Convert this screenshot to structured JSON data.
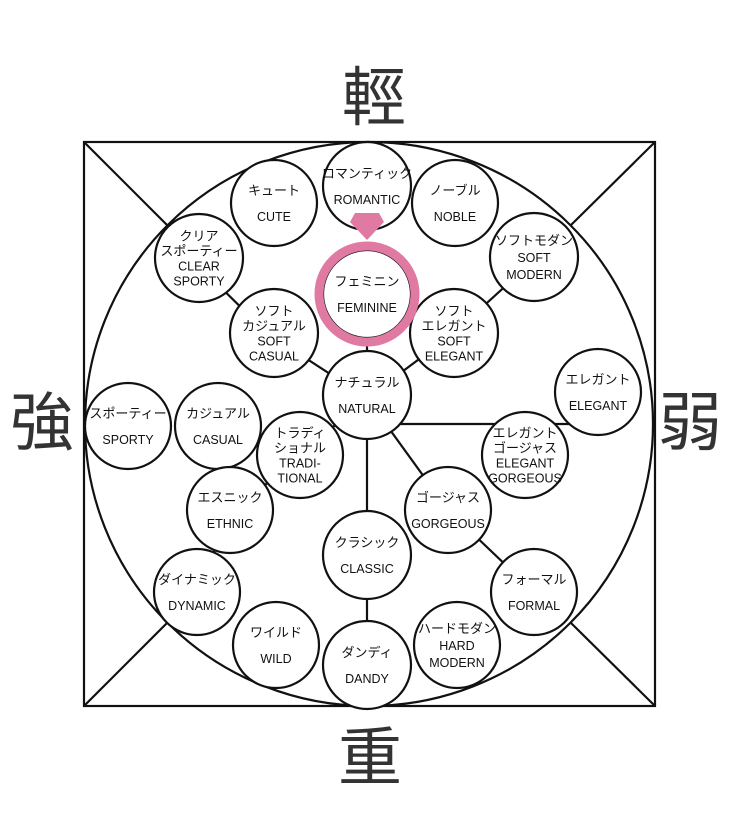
{
  "axes": {
    "top": "輕",
    "bottom": "重",
    "left": "強",
    "right": "弱"
  },
  "highlight": {
    "node": "feminine",
    "color": "#e07aa2"
  },
  "nodes": {
    "romantic": {
      "jp": [
        "ロマンティック"
      ],
      "en": [
        "ROMANTIC"
      ]
    },
    "cute": {
      "jp": [
        "キュート"
      ],
      "en": [
        "CUTE"
      ]
    },
    "noble": {
      "jp": [
        "ノーブル"
      ],
      "en": [
        "NOBLE"
      ]
    },
    "clear_sporty": {
      "jp": [
        "クリア",
        "スポーティー"
      ],
      "en": [
        "CLEAR",
        "SPORTY"
      ]
    },
    "soft_modern": {
      "jp": [
        "ソフトモダン"
      ],
      "en": [
        "SOFT",
        "MODERN"
      ]
    },
    "feminine": {
      "jp": [
        "フェミニン"
      ],
      "en": [
        "FEMININE"
      ]
    },
    "soft_casual": {
      "jp": [
        "ソフト",
        "カジュアル"
      ],
      "en": [
        "SOFT",
        "CASUAL"
      ]
    },
    "soft_elegant": {
      "jp": [
        "ソフト",
        "エレガント"
      ],
      "en": [
        "SOFT",
        "ELEGANT"
      ]
    },
    "natural": {
      "jp": [
        "ナチュラル"
      ],
      "en": [
        "NATURAL"
      ]
    },
    "elegant": {
      "jp": [
        "エレガント"
      ],
      "en": [
        "ELEGANT"
      ]
    },
    "sporty": {
      "jp": [
        "スポーティー"
      ],
      "en": [
        "SPORTY"
      ]
    },
    "casual": {
      "jp": [
        "カジュアル"
      ],
      "en": [
        "CASUAL"
      ]
    },
    "traditional": {
      "jp": [
        "トラディ",
        "ショナル"
      ],
      "en": [
        "TRADI-",
        "TIONAL"
      ]
    },
    "elegant_gorgeous": {
      "jp": [
        "エレガント",
        "ゴージャス"
      ],
      "en": [
        "ELEGANT",
        "GORGEOUS"
      ]
    },
    "ethnic": {
      "jp": [
        "エスニック"
      ],
      "en": [
        "ETHNIC"
      ]
    },
    "gorgeous": {
      "jp": [
        "ゴージャス"
      ],
      "en": [
        "GORGEOUS"
      ]
    },
    "classic": {
      "jp": [
        "クラシック"
      ],
      "en": [
        "CLASSIC"
      ]
    },
    "formal": {
      "jp": [
        "フォーマル"
      ],
      "en": [
        "FORMAL"
      ]
    },
    "dynamic": {
      "jp": [
        "ダイナミック"
      ],
      "en": [
        "DYNAMIC"
      ]
    },
    "wild": {
      "jp": [
        "ワイルド"
      ],
      "en": [
        "WILD"
      ]
    },
    "dandy": {
      "jp": [
        "ダンディ"
      ],
      "en": [
        "DANDY"
      ]
    },
    "hard_modern": {
      "jp": [
        "ハードモダン"
      ],
      "en": [
        "HARD",
        "MODERN"
      ]
    }
  }
}
